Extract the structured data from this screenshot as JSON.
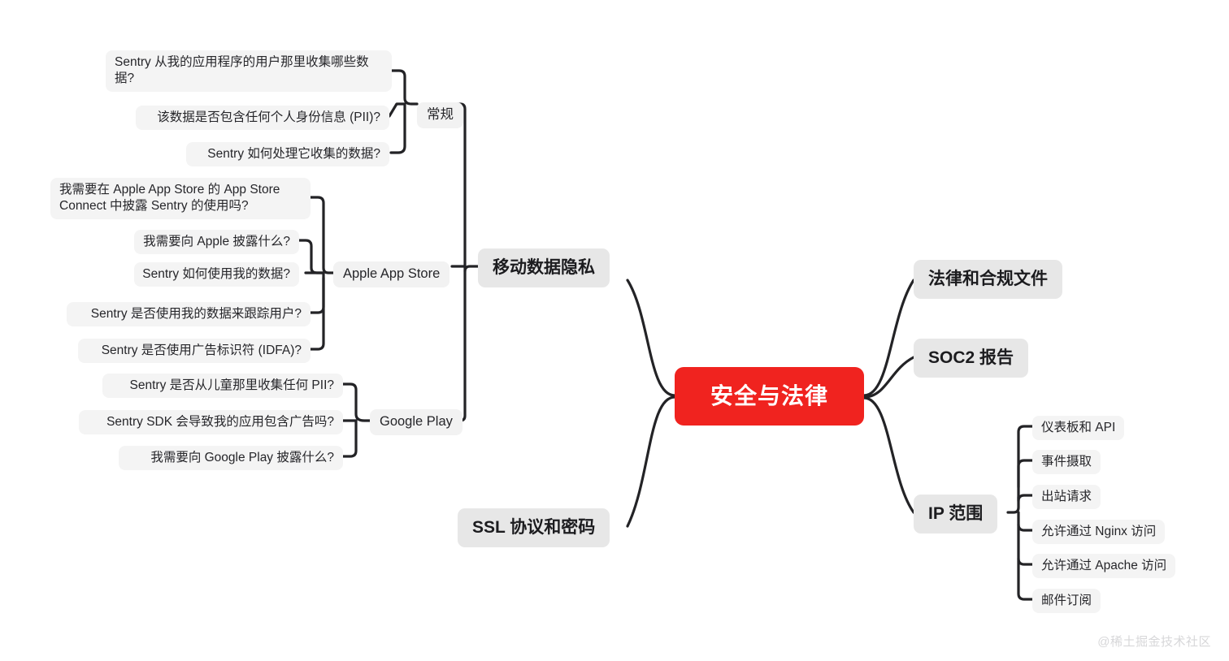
{
  "diagram": {
    "type": "mindmap",
    "title": "安全与法律",
    "root": {
      "label": "安全与法律",
      "color": "#f0231f",
      "text_color": "#ffffff"
    },
    "colors": {
      "root_fill": "#f0231f",
      "level1_fill": "#e7e7e7",
      "level2_fill": "#f2f2f2",
      "leaf_fill": "#f4f4f4",
      "connector": "#232326",
      "text": "#26262a",
      "watermark": "#d7d7d9"
    },
    "left_branches": [
      {
        "label": "移动数据隐私",
        "children": [
          {
            "label": "常规",
            "children": [
              {
                "label": "Sentry 从我的应用程序的用户那里收集哪些数据?"
              },
              {
                "label": "该数据是否包含任何个人身份信息 (PII)?"
              },
              {
                "label": "Sentry 如何处理它收集的数据?"
              }
            ]
          },
          {
            "label": "Apple App Store",
            "children": [
              {
                "label": "我需要在 Apple App Store 的 App Store Connect 中披露 Sentry 的使用吗?"
              },
              {
                "label": "我需要向 Apple 披露什么?"
              },
              {
                "label": "Sentry 如何使用我的数据?"
              },
              {
                "label": "Sentry 是否使用我的数据来跟踪用户?"
              },
              {
                "label": "Sentry 是否使用广告标识符 (IDFA)?"
              }
            ]
          },
          {
            "label": "Google Play",
            "children": [
              {
                "label": "Sentry 是否从儿童那里收集任何 PII?"
              },
              {
                "label": "Sentry SDK 会导致我的应用包含广告吗?"
              },
              {
                "label": "我需要向 Google Play 披露什么?"
              }
            ]
          }
        ]
      },
      {
        "label": "SSL 协议和密码",
        "children": []
      }
    ],
    "right_branches": [
      {
        "label": "法律和合规文件",
        "children": []
      },
      {
        "label": "SOC2 报告",
        "children": []
      },
      {
        "label": "IP 范围",
        "children": [
          {
            "label": "仪表板和 API"
          },
          {
            "label": "事件摄取"
          },
          {
            "label": "出站请求"
          },
          {
            "label": "允许通过 Nginx 访问"
          },
          {
            "label": "允许通过 Apache 访问"
          },
          {
            "label": "邮件订阅"
          }
        ]
      }
    ]
  },
  "watermark": {
    "text": "@稀土掘金技术社区"
  }
}
